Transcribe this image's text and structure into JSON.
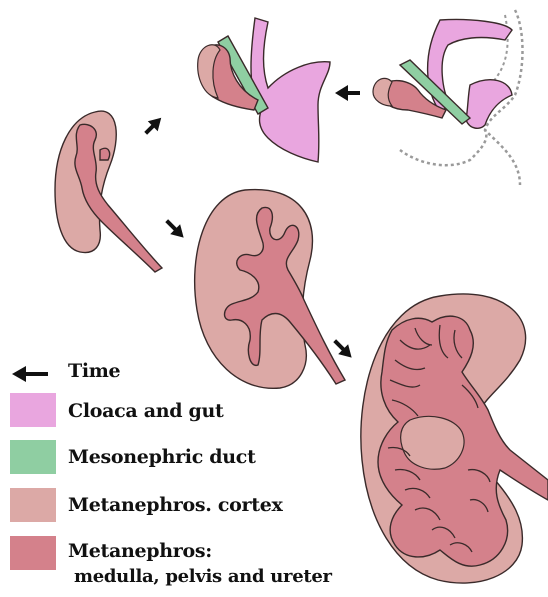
{
  "colors": {
    "cloaca": "#e9a6df",
    "mesonephric": "#8fcea2",
    "cortex": "#dca9a6",
    "medulla": "#d4818b",
    "outline": "#3a2a2a",
    "background": "#ffffff"
  },
  "legend": {
    "time_label": "Time",
    "items": [
      {
        "key": "cloaca",
        "label": "Cloaca and gut"
      },
      {
        "key": "mesonephric",
        "label": "Mesonephric duct"
      },
      {
        "key": "cortex",
        "label": "Metanephros. cortex"
      },
      {
        "key": "medulla",
        "label": "Metanephros:",
        "sublabel": "medulla, pelvis and ureter"
      }
    ]
  },
  "icons": {
    "time_arrow": "arrow-left-icon",
    "stage_arrow": "arrow-icon"
  }
}
